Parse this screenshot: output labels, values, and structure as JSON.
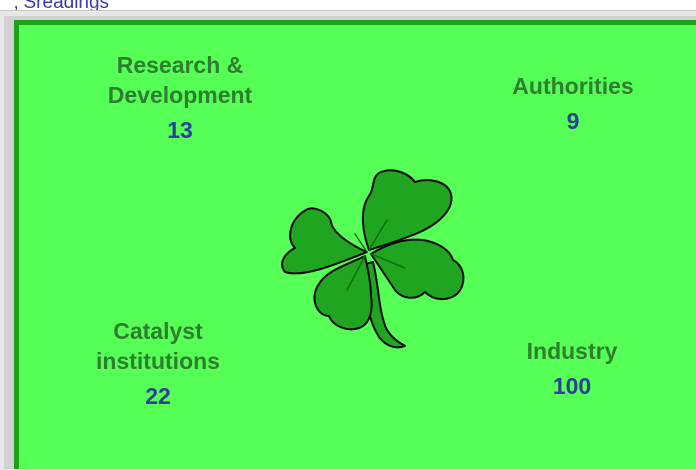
{
  "header": {
    "partial_text": "‚ Sreadings"
  },
  "groups": {
    "research_development": {
      "label_line1": "Research &",
      "label_line2": "Development",
      "count": "13"
    },
    "authorities": {
      "label": "Authorities",
      "count": "9"
    },
    "catalyst_institutions": {
      "label_line1": "Catalyst",
      "label_line2": "institutions",
      "count": "22"
    },
    "industry": {
      "label": "Industry",
      "count": "100"
    }
  },
  "colors": {
    "panel_fill": "#55ff55",
    "panel_border": "#1aa31a",
    "label_text": "#2f7d2f",
    "count_text": "#2e3f9a",
    "clover_fill": "#1fa51f",
    "clover_outline": "#0a0a0a"
  },
  "icon": {
    "center": "four-leaf-clover-icon"
  }
}
